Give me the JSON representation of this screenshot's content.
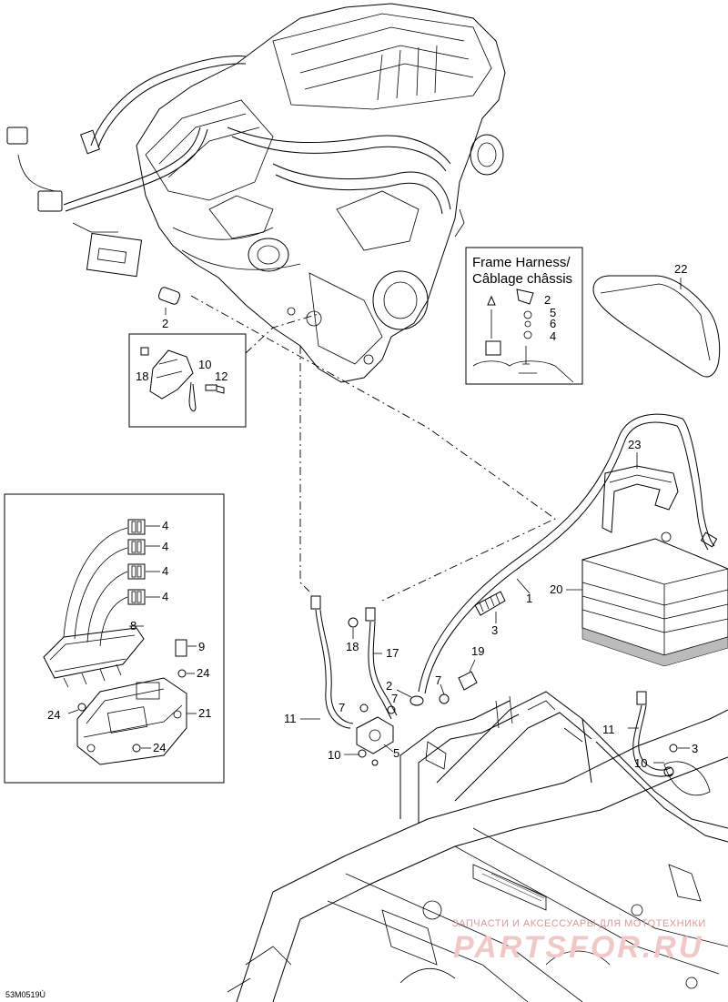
{
  "inset": {
    "title_line1": "Frame Harness/",
    "title_line2": "Câblage châssis"
  },
  "callouts": {
    "c1": "1",
    "c2_bulb": "2",
    "c2_inset": "2",
    "c2_main": "2",
    "c3_main": "3",
    "c3_right": "3",
    "c4_inset": "4",
    "c4_fuse1": "4",
    "c4_fuse2": "4",
    "c4_fuse3": "4",
    "c4_fuse4": "4",
    "c5_inset": "5",
    "c5_main": "5",
    "c6_inset": "6",
    "c7_a": "7",
    "c7_b": "7",
    "c7_c": "7",
    "c8": "8",
    "c9": "9",
    "c10_left": "10",
    "c10_main": "10",
    "c10_right": "10",
    "c11_main": "11",
    "c11_right": "11",
    "c12": "12",
    "c17": "17",
    "c18_left": "18",
    "c18_main": "18",
    "c19": "19",
    "c20": "20",
    "c21": "21",
    "c22": "22",
    "c23": "23",
    "c24_a": "24",
    "c24_b": "24",
    "c24_c": "24"
  },
  "drawing_code": "53M0519Ù",
  "watermark": {
    "line1": "ЗАПЧАСТИ И АКСЕССУАРЫ ДЛЯ МОТОТЕХНИКИ",
    "line2": "PARTSFOR.RU"
  }
}
